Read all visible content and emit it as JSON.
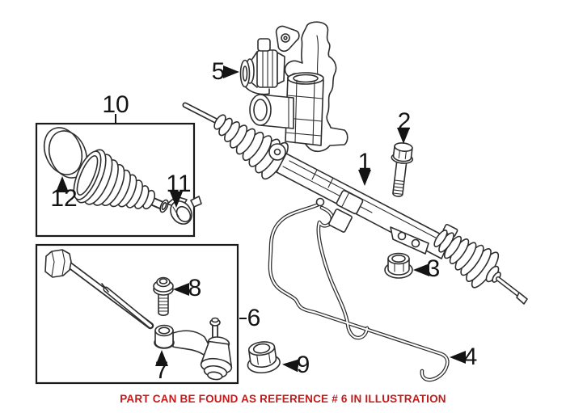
{
  "diagram": {
    "kind": "steering-gear-parts-illustration",
    "background_color": "#ffffff",
    "line_color": "#2e2e2e",
    "label_color": "#141414",
    "note": {
      "text": "PART CAN BE FOUND AS REFERENCE # 6 IN ILLUSTRATION",
      "color": "#c51a1a"
    },
    "callouts": [
      {
        "label": "1"
      },
      {
        "label": "2"
      },
      {
        "label": "3"
      },
      {
        "label": "4"
      },
      {
        "label": "5"
      },
      {
        "label": "6"
      },
      {
        "label": "7"
      },
      {
        "label": "8"
      },
      {
        "label": "9"
      },
      {
        "label": "10"
      },
      {
        "label": "11"
      },
      {
        "label": "12"
      }
    ]
  }
}
